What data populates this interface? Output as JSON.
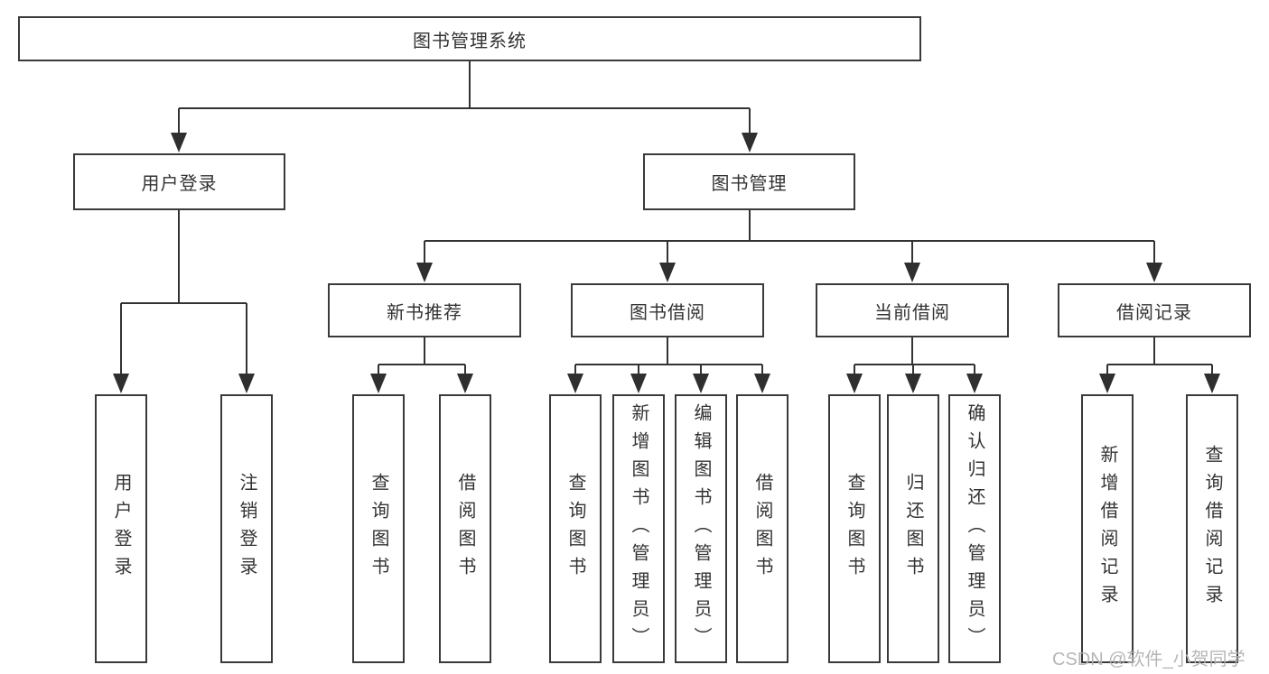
{
  "diagram": {
    "root": {
      "label": "图书管理系统"
    },
    "level1": [
      {
        "label": "用户登录"
      },
      {
        "label": "图书管理"
      }
    ],
    "level2": [
      {
        "label": "新书推荐",
        "parent": "图书管理"
      },
      {
        "label": "图书借阅",
        "parent": "图书管理"
      },
      {
        "label": "当前借阅",
        "parent": "图书管理"
      },
      {
        "label": "借阅记录",
        "parent": "图书管理"
      }
    ],
    "leaves": [
      {
        "label": "用户登录",
        "parent": "用户登录"
      },
      {
        "label": "注销登录",
        "parent": "用户登录"
      },
      {
        "label": "查询图书",
        "parent": "新书推荐"
      },
      {
        "label": "借阅图书",
        "parent": "新书推荐"
      },
      {
        "label": "查询图书",
        "parent": "图书借阅"
      },
      {
        "label": "新增图书（管理员）",
        "parent": "图书借阅"
      },
      {
        "label": "编辑图书（管理员）",
        "parent": "图书借阅"
      },
      {
        "label": "借阅图书",
        "parent": "图书借阅"
      },
      {
        "label": "查询图书",
        "parent": "当前借阅"
      },
      {
        "label": "归还图书",
        "parent": "当前借阅"
      },
      {
        "label": "确认归还（管理员）",
        "parent": "当前借阅"
      },
      {
        "label": "新增借阅记录",
        "parent": "借阅记录"
      },
      {
        "label": "查询借阅记录",
        "parent": "借阅记录"
      }
    ],
    "colors": {
      "line": "#333333",
      "border": "#3a3a3a",
      "text": "#333333",
      "watermark": "#b2b2b2"
    }
  },
  "watermark": {
    "text": "CSDN @软件_小贺同学"
  }
}
